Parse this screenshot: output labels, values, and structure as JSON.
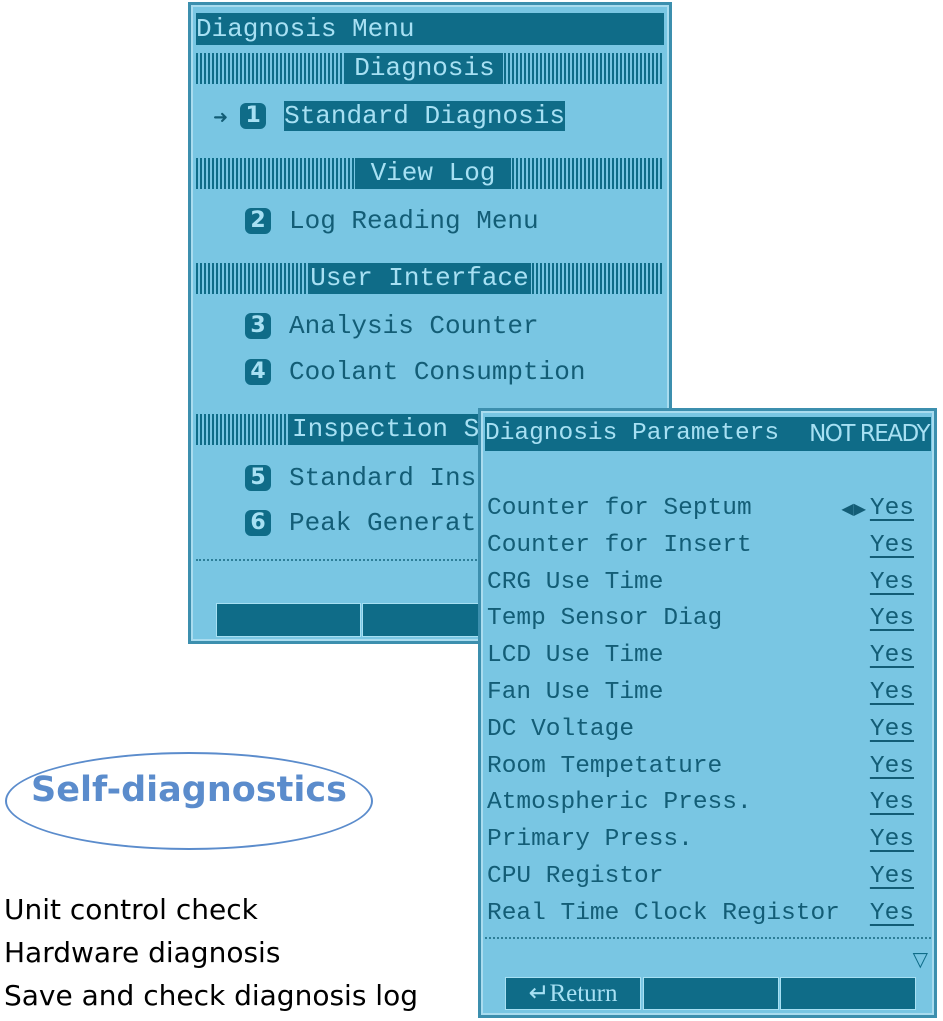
{
  "menu": {
    "title": "Diagnosis Menu",
    "sections": [
      {
        "label": "Diagnosis",
        "items": [
          {
            "num": "1",
            "label": "Standard Diagnosis",
            "selected": true
          }
        ]
      },
      {
        "label": "View Log",
        "items": [
          {
            "num": "2",
            "label": "Log Reading Menu"
          }
        ]
      },
      {
        "label": "User Interface",
        "items": [
          {
            "num": "3",
            "label": "Analysis Counter"
          },
          {
            "num": "4",
            "label": "Coolant Consumption"
          }
        ]
      },
      {
        "label": "Inspection S",
        "items": [
          {
            "num": "5",
            "label": "Standard Ins"
          },
          {
            "num": "6",
            "label": "Peak Generat"
          }
        ]
      }
    ],
    "pointer": "➜"
  },
  "params": {
    "title": "Diagnosis Parameters",
    "status": "NOT READY",
    "rows": [
      {
        "label": "Counter for Septum",
        "value": "Yes"
      },
      {
        "label": "Counter for Insert",
        "value": "Yes"
      },
      {
        "label": "CRG Use Time",
        "value": "Yes"
      },
      {
        "label": "Temp Sensor Diag",
        "value": "Yes"
      },
      {
        "label": "LCD Use Time",
        "value": "Yes"
      },
      {
        "label": "Fan Use Time",
        "value": "Yes"
      },
      {
        "label": "DC Voltage",
        "value": "Yes"
      },
      {
        "label": "Room Tempetature",
        "value": "Yes"
      },
      {
        "label": "Atmospheric Press.",
        "value": "Yes"
      },
      {
        "label": "Primary Press.",
        "value": "Yes"
      },
      {
        "label": "CPU Registor",
        "value": "Yes"
      },
      {
        "label": "Real Time Clock Registor",
        "value": "Yes"
      }
    ],
    "arrows": "◀▶",
    "return_label": "↵Return",
    "scroll_down": "▽"
  },
  "caption": {
    "badge": "Self-diagnostics",
    "lines": [
      "Unit control check",
      "Hardware diagnosis",
      "Save and check diagnosis log"
    ]
  }
}
